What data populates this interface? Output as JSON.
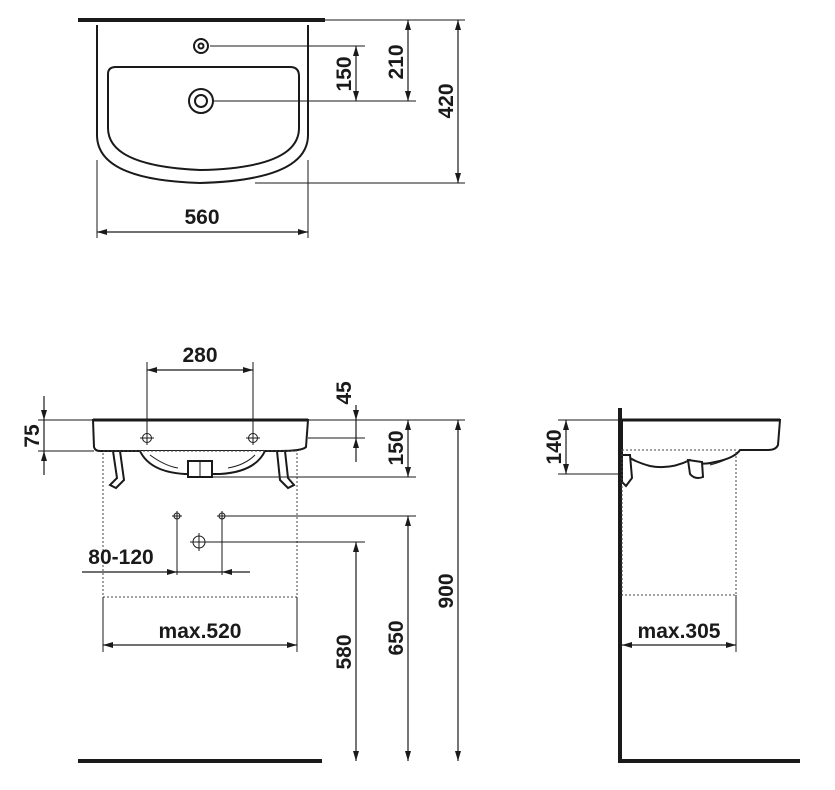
{
  "top_view": {
    "width_label": "560",
    "depth_label": "420",
    "tap_hole_label": "210",
    "drain_label": "150"
  },
  "front_view": {
    "tap_spacing_label": "280",
    "rim_thickness_label": "45",
    "basin_height_label": "75",
    "drain_offset_label": "150",
    "outlet_spacing_label": "80-120",
    "max_width_label": "max.520",
    "height_label_1": "580",
    "height_label_2": "650",
    "height_label_3": "900"
  },
  "side_view": {
    "basin_height_label": "140",
    "max_depth_label": "max.305"
  }
}
